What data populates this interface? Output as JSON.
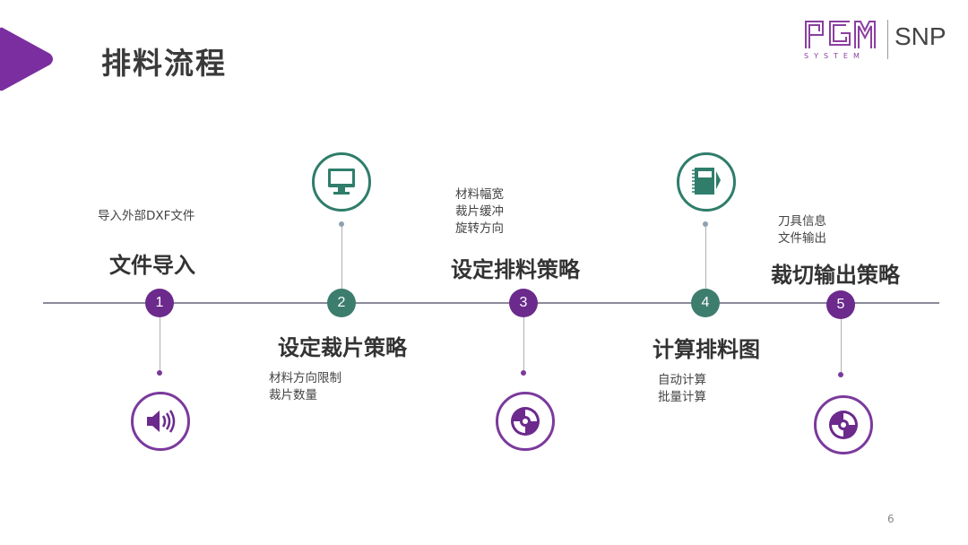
{
  "title": "排料流程",
  "logo": {
    "brand": "PGM",
    "sub": "SYSTEM",
    "partner": "SNP"
  },
  "colors": {
    "purple": "#6b2a8c",
    "green": "#3d7d6d",
    "title": "#3a3a3a"
  },
  "steps": [
    {
      "number": "1",
      "title": "文件导入",
      "details": [
        "导入外部DXF文件"
      ],
      "icon": "speaker-icon"
    },
    {
      "number": "2",
      "title": "设定裁片策略",
      "details": [
        "材料方向限制",
        "裁片数量"
      ],
      "icon": "monitor-icon"
    },
    {
      "number": "3",
      "title": "设定排料策略",
      "details": [
        "材料幅宽",
        "裁片缓冲",
        "旋转方向"
      ],
      "icon": "disc-icon"
    },
    {
      "number": "4",
      "title": "计算排料图",
      "details": [
        "自动计算",
        "批量计算"
      ],
      "icon": "notebook-icon"
    },
    {
      "number": "5",
      "title": "裁切输出策略",
      "details": [
        "刀具信息",
        "文件输出"
      ],
      "icon": "disc-icon"
    }
  ],
  "page_number": "6"
}
